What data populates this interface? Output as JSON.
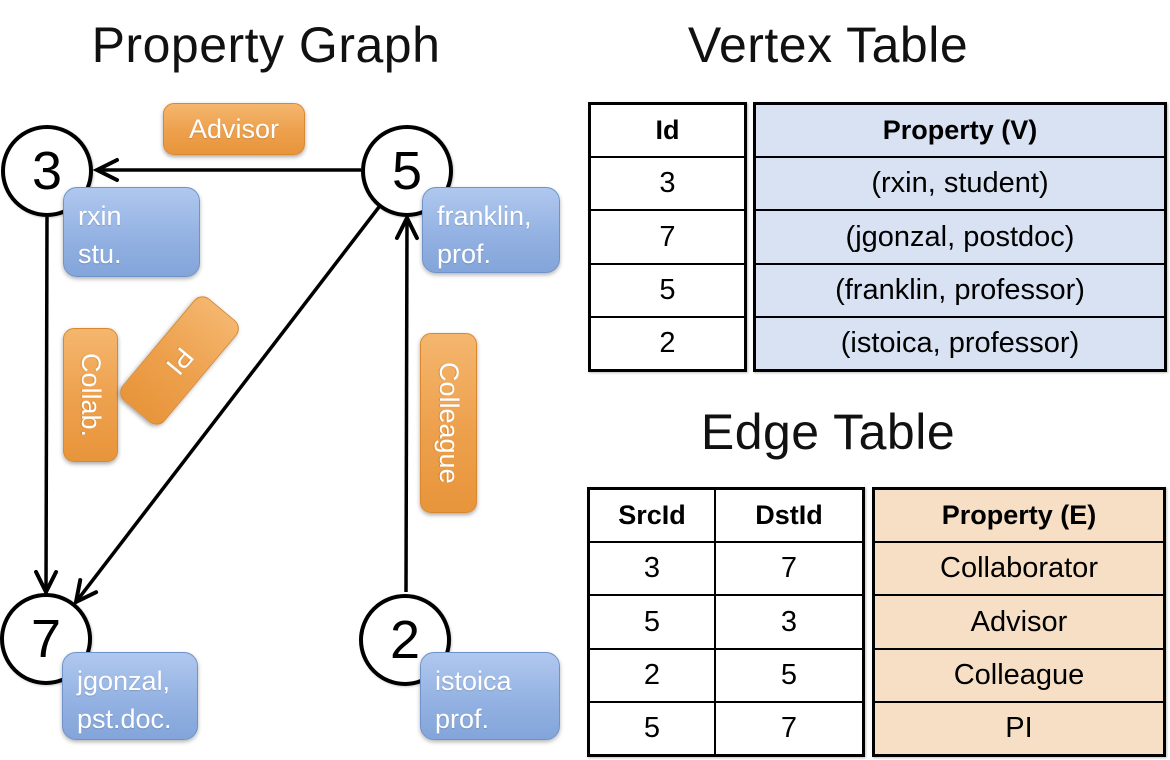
{
  "graph": {
    "title": "Property Graph",
    "nodes": [
      {
        "id": "3",
        "property_line1": "rxin",
        "property_line2": "stu."
      },
      {
        "id": "5",
        "property_line1": "franklin,",
        "property_line2": "prof."
      },
      {
        "id": "7",
        "property_line1": "jgonzal,",
        "property_line2": "pst.doc."
      },
      {
        "id": "2",
        "property_line1": "istoica",
        "property_line2": "prof."
      }
    ],
    "edge_labels": [
      "Advisor",
      "Collab.",
      "PI",
      "Colleague"
    ]
  },
  "vertex_table": {
    "title": "Vertex Table",
    "columns": {
      "id": "Id",
      "property": "Property (V)"
    },
    "rows": [
      {
        "id": "3",
        "property": "(rxin, student)"
      },
      {
        "id": "7",
        "property": "(jgonzal, postdoc)"
      },
      {
        "id": "5",
        "property": "(franklin, professor)"
      },
      {
        "id": "2",
        "property": "(istoica, professor)"
      }
    ]
  },
  "edge_table": {
    "title": "Edge Table",
    "columns": {
      "src": "SrcId",
      "dst": "DstId",
      "property": "Property (E)"
    },
    "rows": [
      {
        "src": "3",
        "dst": "7",
        "property": "Collaborator"
      },
      {
        "src": "5",
        "dst": "3",
        "property": "Advisor"
      },
      {
        "src": "2",
        "dst": "5",
        "property": "Colleague"
      },
      {
        "src": "5",
        "dst": "7",
        "property": "PI"
      }
    ]
  },
  "colors": {
    "edge_label_orange": "#EDA04C",
    "vertex_label_blue": "#94B2E2",
    "vertex_table_fill": "#D9E2F3",
    "edge_table_fill": "#F6DFC4",
    "line_black": "#000000"
  }
}
